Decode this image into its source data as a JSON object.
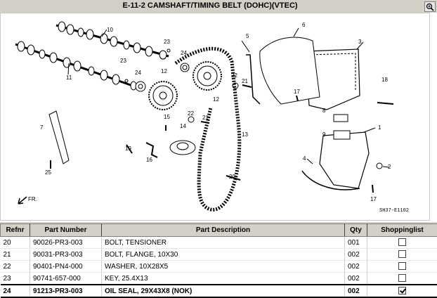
{
  "title": "E-11-2 CAMSHAFT/TIMING BELT (DOHC)(VTEC)",
  "diagram": {
    "code": "SH37-E1102",
    "front_label": "FR.",
    "callouts": [
      {
        "n": "1"
      },
      {
        "n": "2"
      },
      {
        "n": "3"
      },
      {
        "n": "4"
      },
      {
        "n": "5"
      },
      {
        "n": "6"
      },
      {
        "n": "7"
      },
      {
        "n": "8"
      },
      {
        "n": "9"
      },
      {
        "n": "10"
      },
      {
        "n": "11"
      },
      {
        "n": "12"
      },
      {
        "n": "12"
      },
      {
        "n": "13"
      },
      {
        "n": "14"
      },
      {
        "n": "15"
      },
      {
        "n": "16"
      },
      {
        "n": "17"
      },
      {
        "n": "17"
      },
      {
        "n": "18"
      },
      {
        "n": "19"
      },
      {
        "n": "20"
      },
      {
        "n": "21"
      },
      {
        "n": "21"
      },
      {
        "n": "22"
      },
      {
        "n": "22"
      },
      {
        "n": "23"
      },
      {
        "n": "23"
      },
      {
        "n": "24"
      },
      {
        "n": "24"
      },
      {
        "n": "25"
      }
    ]
  },
  "table": {
    "headers": [
      "Refnr",
      "Part Number",
      "Part Description",
      "Qty",
      "Shoppinglist"
    ],
    "rows": [
      {
        "ref": "20",
        "part": "90026-PR3-003",
        "desc": "BOLT, TENSIONER",
        "qty": "001",
        "checked": false
      },
      {
        "ref": "21",
        "part": "90031-PR3-003",
        "desc": "BOLT, FLANGE, 10X30",
        "qty": "002",
        "checked": false
      },
      {
        "ref": "22",
        "part": "90401-PN4-000",
        "desc": "WASHER, 10X28X5",
        "qty": "002",
        "checked": false
      },
      {
        "ref": "23",
        "part": "90741-657-000",
        "desc": "KEY, 25.4X13",
        "qty": "002",
        "checked": false
      },
      {
        "ref": "24",
        "part": "91213-PR3-003",
        "desc": "OIL SEAL, 29X43X8 (NOK)",
        "qty": "002",
        "checked": true
      }
    ]
  }
}
